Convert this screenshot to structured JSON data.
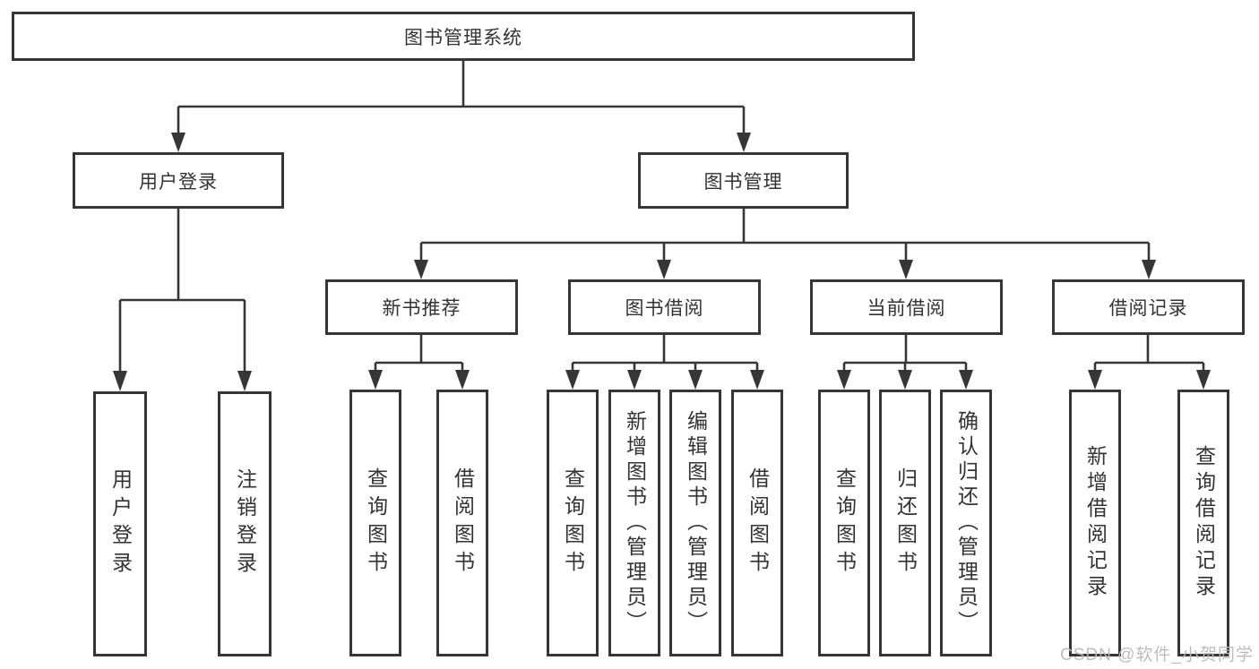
{
  "diagram": {
    "title": "图书管理系统",
    "nodes": {
      "root": {
        "label": "图书管理系统"
      },
      "user_login": {
        "label": "用户登录"
      },
      "book_mgmt": {
        "label": "图书管理"
      },
      "new_rec": {
        "label": "新书推荐"
      },
      "book_borrow": {
        "label": "图书借阅"
      },
      "current_borrow": {
        "label": "当前借阅"
      },
      "borrow_records": {
        "label": "借阅记录"
      },
      "leaf_user_login": {
        "label": "用户登录"
      },
      "leaf_logout": {
        "label": "注销登录"
      },
      "leaf_rec_query": {
        "label": "查询图书"
      },
      "leaf_rec_borrow": {
        "label": "借阅图书"
      },
      "leaf_bb_query": {
        "label": "查询图书"
      },
      "leaf_bb_add": {
        "label": "新增图书（管理员）"
      },
      "leaf_bb_edit": {
        "label": "编辑图书（管理员）"
      },
      "leaf_bb_borrow": {
        "label": "借阅图书"
      },
      "leaf_cb_query": {
        "label": "查询图书"
      },
      "leaf_cb_return": {
        "label": "归还图书"
      },
      "leaf_cb_confirm": {
        "label": "确认归还（管理员）"
      },
      "leaf_br_add": {
        "label": "新增借阅记录"
      },
      "leaf_br_query": {
        "label": "查询借阅记录"
      }
    },
    "colors": {
      "line": "#363636",
      "text": "#333333",
      "box_background": "#ffffff",
      "watermark": "#b9b9b9"
    },
    "watermark": "CSDN @软件_小贺同学"
  }
}
